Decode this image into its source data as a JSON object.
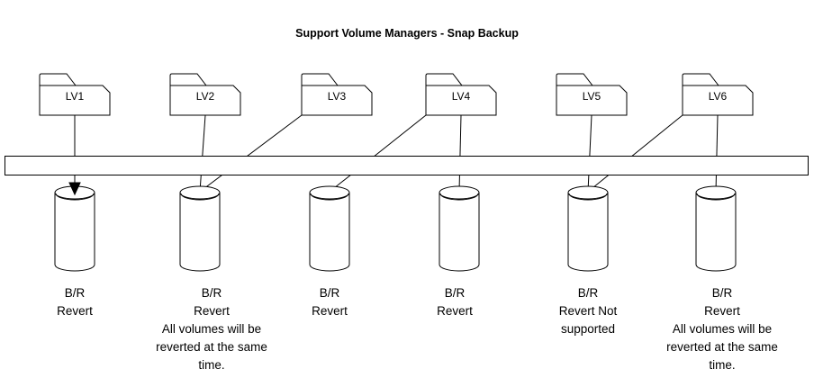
{
  "title": "Support Volume Managers - Snap Backup",
  "colors": {
    "stroke": "#000000",
    "fill": "#ffffff",
    "background": "#ffffff",
    "text": "#000000"
  },
  "bar": {
    "name": "volume-manager-bar"
  },
  "volumes": [
    {
      "id": "lv1",
      "folder_label": "LV1",
      "caption_lines": [
        "B/R",
        "Revert"
      ]
    },
    {
      "id": "lv2",
      "folder_label": "LV2",
      "caption_lines": [
        "B/R",
        "Revert",
        "All volumes will be",
        "reverted at the same",
        "time."
      ]
    },
    {
      "id": "lv3",
      "folder_label": "LV3",
      "caption_lines": [
        "B/R",
        "Revert"
      ]
    },
    {
      "id": "lv4",
      "folder_label": "LV4",
      "caption_lines": [
        "B/R",
        "Revert"
      ]
    },
    {
      "id": "lv5",
      "folder_label": "LV5",
      "caption_lines": [
        "B/R",
        "Revert  Not",
        "supported"
      ]
    },
    {
      "id": "lv6",
      "folder_label": "LV6",
      "caption_lines": [
        "B/R",
        "Revert",
        "All volumes will be",
        "reverted at the same",
        "time."
      ]
    }
  ],
  "connections": [
    {
      "from": "lv1",
      "to": "disk1",
      "kind": "arrow-vertical"
    },
    {
      "from": "lv2",
      "to": "disk2",
      "kind": "vertical"
    },
    {
      "from": "lv3",
      "to": "disk2",
      "kind": "diagonal"
    },
    {
      "from": "lv4",
      "to": "disk3",
      "kind": "diagonal"
    },
    {
      "from": "lv4",
      "to": "disk4",
      "kind": "vertical"
    },
    {
      "from": "lv5",
      "to": "disk5",
      "kind": "vertical"
    },
    {
      "from": "lv6",
      "to": "disk5",
      "kind": "diagonal"
    },
    {
      "from": "lv6",
      "to": "disk6",
      "kind": "vertical"
    }
  ],
  "disks": [
    {
      "id": "disk1",
      "name": "storage-cylinder-1"
    },
    {
      "id": "disk2",
      "name": "storage-cylinder-2"
    },
    {
      "id": "disk3",
      "name": "storage-cylinder-3"
    },
    {
      "id": "disk4",
      "name": "storage-cylinder-4"
    },
    {
      "id": "disk5",
      "name": "storage-cylinder-5"
    },
    {
      "id": "disk6",
      "name": "storage-cylinder-6"
    }
  ]
}
